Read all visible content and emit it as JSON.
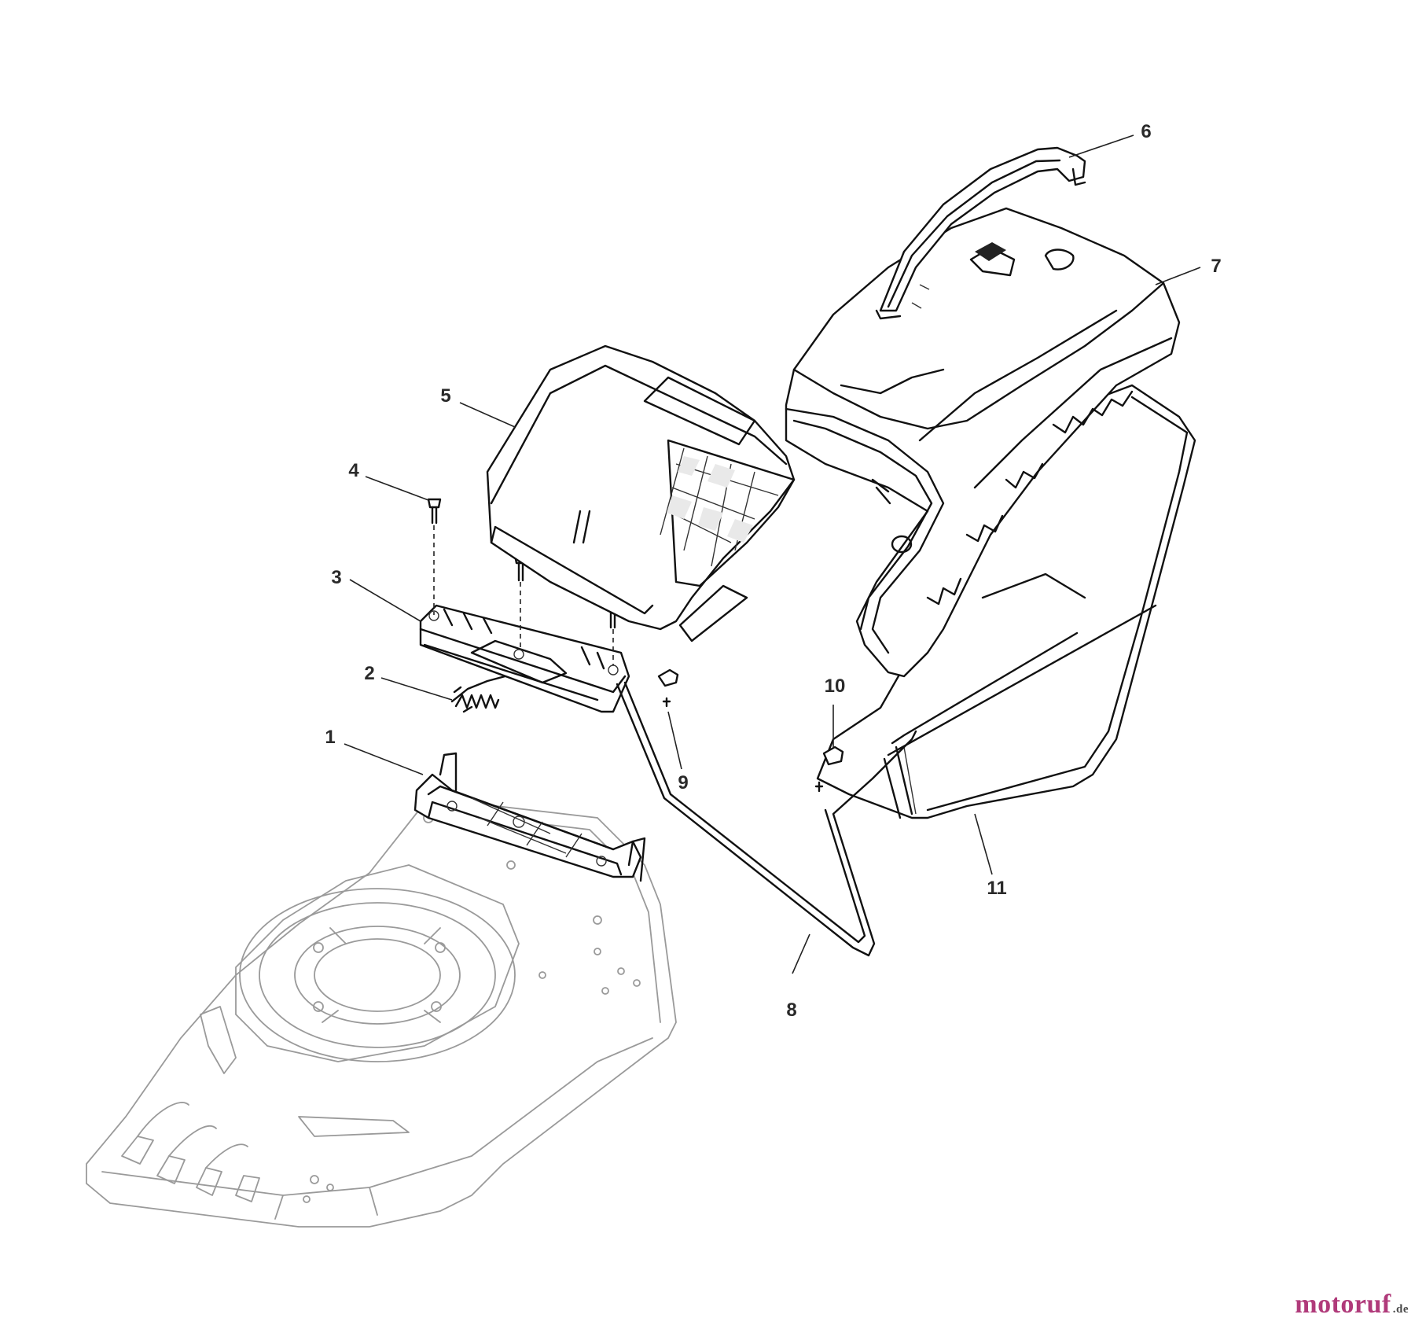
{
  "callouts": [
    {
      "id": "1",
      "label": "1"
    },
    {
      "id": "2",
      "label": "2"
    },
    {
      "id": "3",
      "label": "3"
    },
    {
      "id": "4",
      "label": "4"
    },
    {
      "id": "5",
      "label": "5"
    },
    {
      "id": "6",
      "label": "6"
    },
    {
      "id": "7",
      "label": "7"
    },
    {
      "id": "8",
      "label": "8"
    },
    {
      "id": "9",
      "label": "9"
    },
    {
      "id": "10",
      "label": "10"
    },
    {
      "id": "11",
      "label": "11"
    }
  ],
  "watermark": {
    "brand": "motoruf",
    "tld": ".de"
  },
  "colors": {
    "line": "#111111",
    "deck_line": "#9a9a9a",
    "watermark": "#b03a7a"
  }
}
